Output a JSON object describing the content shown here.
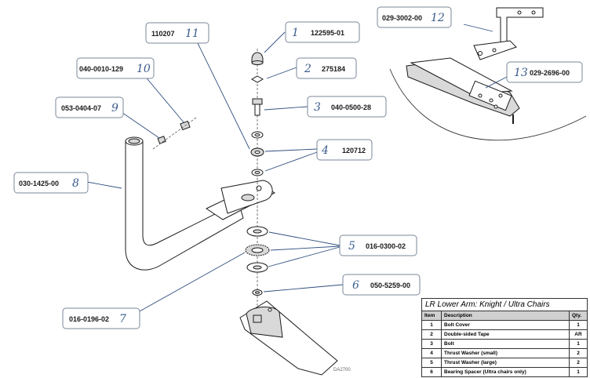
{
  "callouts": [
    {
      "num": "1",
      "part": "122595-01"
    },
    {
      "num": "2",
      "part": "275184"
    },
    {
      "num": "3",
      "part": "040-0500-28"
    },
    {
      "num": "4",
      "part": "120712"
    },
    {
      "num": "5",
      "part": "016-0300-02"
    },
    {
      "num": "6",
      "part": "050-5259-00"
    },
    {
      "num": "7",
      "part": "016-0196-02"
    },
    {
      "num": "8",
      "part": "030-1425-00"
    },
    {
      "num": "9",
      "part": "053-0404-07"
    },
    {
      "num": "10",
      "part": "040-0010-129"
    },
    {
      "num": "11",
      "part": "110207"
    },
    {
      "num": "12",
      "part": "029-3002-00"
    },
    {
      "num": "13",
      "part": "029-2696-00"
    }
  ],
  "table": {
    "title": "LR Lower Arm: Knight / Ultra Chairs",
    "headers": [
      "Item",
      "Description",
      "Qty."
    ],
    "rows": [
      [
        "1",
        "Bolt Cover",
        "1"
      ],
      [
        "2",
        "Double-sided Tape",
        "AR"
      ],
      [
        "3",
        "Bolt",
        "1"
      ],
      [
        "4",
        "Thrust Washer (small)",
        "2"
      ],
      [
        "5",
        "Thrust Washer (large)",
        "2"
      ],
      [
        "6",
        "Bearing Spacer (Ultra chairs only)",
        "1"
      ]
    ]
  },
  "diagram_code": "DA2700"
}
